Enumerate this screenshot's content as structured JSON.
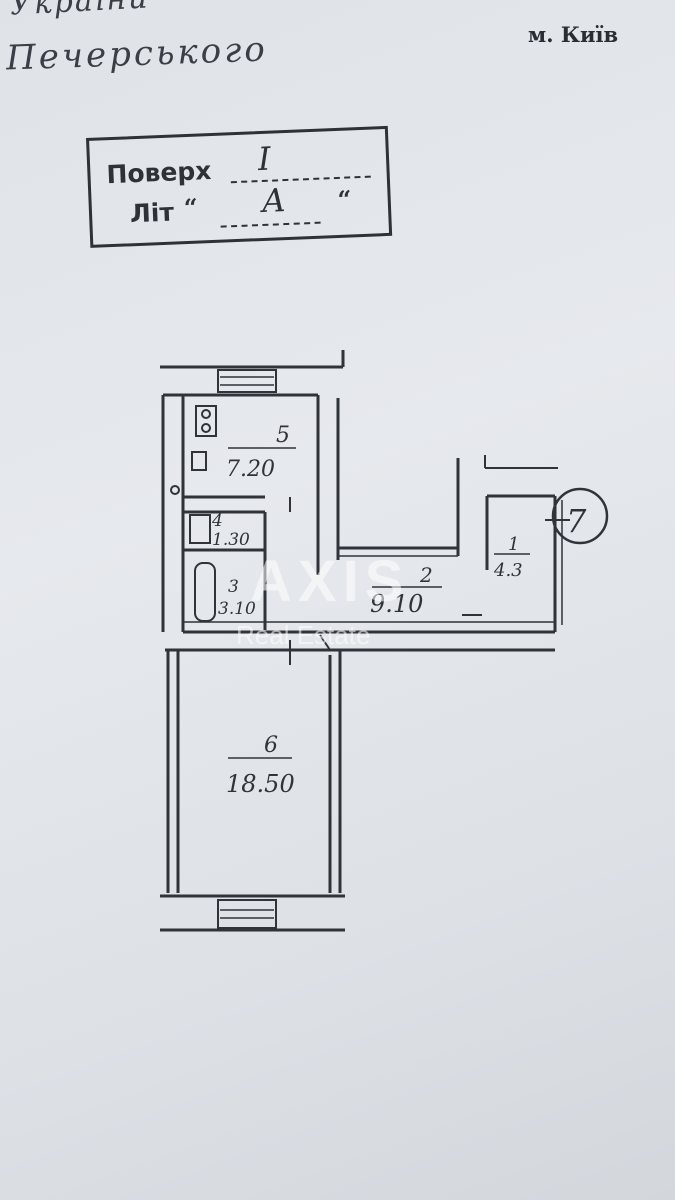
{
  "header": {
    "street_line1": "України",
    "street_line2": "Печерського",
    "city": "м. Київ"
  },
  "stamp": {
    "floor_label": "Поверх",
    "floor_value": "I",
    "letter_label": "Літ",
    "letter_value": "А",
    "quote_open": "“",
    "quote_close": "“"
  },
  "rooms": [
    {
      "number": "1",
      "area": "4.3"
    },
    {
      "number": "2",
      "area": "9.10"
    },
    {
      "number": "3",
      "area": "3.10"
    },
    {
      "number": "4",
      "area": "1.30"
    },
    {
      "number": "5",
      "area": "7.20"
    },
    {
      "number": "6",
      "area": "18.50"
    }
  ],
  "entrance_marker": "7",
  "watermark": {
    "brand": "AXIS",
    "sub": "Real Estate"
  }
}
